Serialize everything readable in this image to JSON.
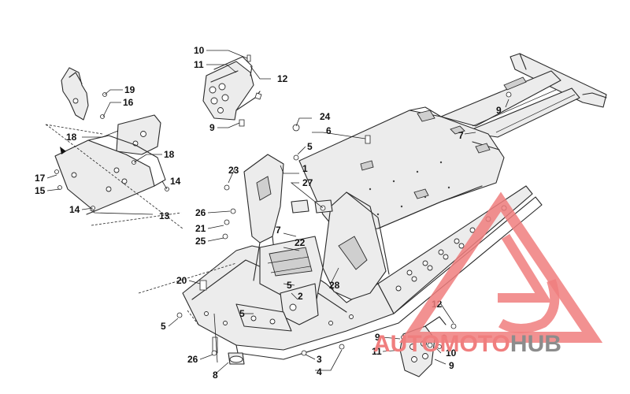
{
  "callouts": [
    {
      "id": "c10a",
      "label": "10"
    },
    {
      "id": "c11a",
      "label": "11"
    },
    {
      "id": "c12a",
      "label": "12"
    },
    {
      "id": "c9a",
      "label": "9"
    },
    {
      "id": "c19",
      "label": "19"
    },
    {
      "id": "c16",
      "label": "16"
    },
    {
      "id": "c18a",
      "label": "18"
    },
    {
      "id": "c18b",
      "label": "18"
    },
    {
      "id": "c17",
      "label": "17"
    },
    {
      "id": "c15",
      "label": "15"
    },
    {
      "id": "c14a",
      "label": "14"
    },
    {
      "id": "c14b",
      "label": "14"
    },
    {
      "id": "c13",
      "label": "13"
    },
    {
      "id": "c24",
      "label": "24"
    },
    {
      "id": "c6",
      "label": "6"
    },
    {
      "id": "c5a",
      "label": "5"
    },
    {
      "id": "c1",
      "label": "1"
    },
    {
      "id": "c27",
      "label": "27"
    },
    {
      "id": "c23",
      "label": "23"
    },
    {
      "id": "c26a",
      "label": "26"
    },
    {
      "id": "c21",
      "label": "21"
    },
    {
      "id": "c25",
      "label": "25"
    },
    {
      "id": "c7a",
      "label": "7"
    },
    {
      "id": "c22",
      "label": "22"
    },
    {
      "id": "c7b",
      "label": "7"
    },
    {
      "id": "c9b",
      "label": "9"
    },
    {
      "id": "c20",
      "label": "20"
    },
    {
      "id": "c5b",
      "label": "5"
    },
    {
      "id": "c2",
      "label": "2"
    },
    {
      "id": "c28",
      "label": "28"
    },
    {
      "id": "c5c",
      "label": "5"
    },
    {
      "id": "c5d",
      "label": "5"
    },
    {
      "id": "c26b",
      "label": "26"
    },
    {
      "id": "c8",
      "label": "8"
    },
    {
      "id": "c3",
      "label": "3"
    },
    {
      "id": "c4",
      "label": "4"
    },
    {
      "id": "c12b",
      "label": "12"
    },
    {
      "id": "c9c",
      "label": "9"
    },
    {
      "id": "c11b",
      "label": "11"
    },
    {
      "id": "c10b",
      "label": "10"
    },
    {
      "id": "c9d",
      "label": "9"
    }
  ],
  "watermark": {
    "word_red_1": "AUTO",
    "word_red_2": "MOTO",
    "word_gray": "HUB",
    "red": "#f07e7e",
    "gray": "#8c8c8c"
  }
}
